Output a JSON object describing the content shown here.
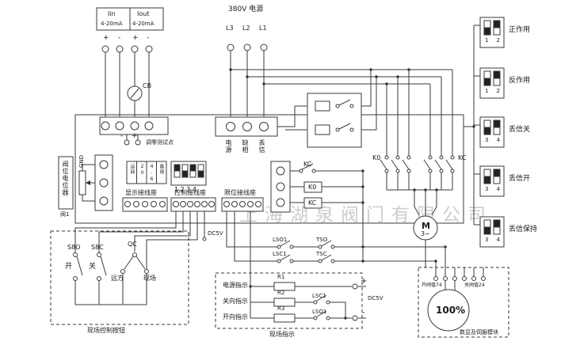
{
  "watermark": "上海湖泉阀门有限公司",
  "analog": {
    "iin": "Iin",
    "iout": "Iout",
    "range_in": "4-20mA",
    "range_out": "4-20mA",
    "p1": "+",
    "m1": "-",
    "p2": "+",
    "m2": "-",
    "cb": "CB",
    "tm": "-",
    "tp": "+",
    "zero_test": "调零测试点"
  },
  "power": {
    "label": "380V 电源",
    "l3": "L3",
    "l2": "L2",
    "l1": "L1",
    "s1": "电源",
    "s2": "缺相",
    "s3": "丢信"
  },
  "left": {
    "gnd": "GND",
    "pot": "阀位电位器",
    "pot_sub": "阀1"
  },
  "blocks": {
    "display": "显示接线座",
    "control": "控制接线座",
    "limit": "限位接线座",
    "dip_numbers": "1 2 3 4",
    "cols": [
      "运转",
      "20",
      "4-6",
      "备用"
    ]
  },
  "relays": {
    "kc": "KC",
    "coil1": "K0",
    "coil2": "KC",
    "group_left": "K0",
    "group_right": "KC",
    "motor": "M",
    "phase": "3~"
  },
  "dip": {
    "items": [
      {
        "label": "正作用",
        "nums": "1 2"
      },
      {
        "label": "反作用",
        "nums": "1 2"
      },
      {
        "label": "丢信关",
        "nums": "3 4"
      },
      {
        "label": "丢信开",
        "nums": "3 4"
      },
      {
        "label": "丢信保持",
        "nums": "3 4"
      }
    ]
  },
  "field_control": {
    "s8o": "S8O",
    "s8c": "S8C",
    "qc": "QC",
    "open": "开",
    "close": "关",
    "remote": "远方",
    "local": "现场",
    "caption": "现场控制按钮"
  },
  "limits": {
    "lso1": "LSO1",
    "tso": "TSO",
    "lsc1": "LSC1",
    "tsc": "TSC",
    "dc5v": "DC5V"
  },
  "indication": {
    "r1_label": "电源指示",
    "r2_label": "关向指示",
    "r3_label": "开向指示",
    "r1": "R1",
    "r2": "R2",
    "r3": "R3",
    "lsc1": "LSC1",
    "lso1": "LSO1",
    "plus": "+",
    "minus": "-",
    "dc5v": "DC5V",
    "caption": "现场指示"
  },
  "servo": {
    "open_val": "开阀值74",
    "close_val": "关阀值24",
    "percent": "100%",
    "caption": "数显及伺服模块"
  }
}
